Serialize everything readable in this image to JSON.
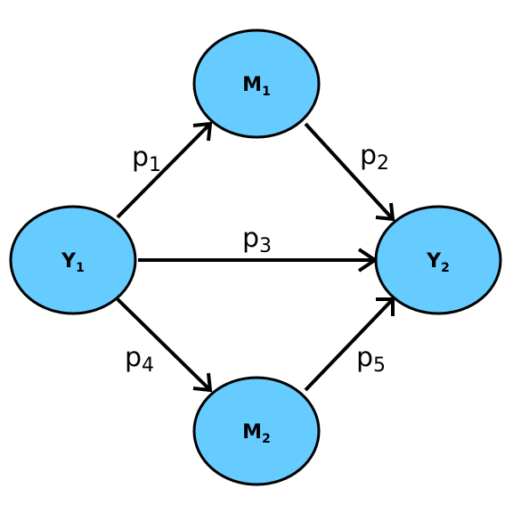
{
  "nodes": {
    "y1": {
      "main": "Y",
      "sub": "1"
    },
    "m1": {
      "main": "M",
      "sub": "1"
    },
    "m2": {
      "main": "M",
      "sub": "2"
    },
    "y2": {
      "main": "Y",
      "sub": "2"
    }
  },
  "paths": {
    "p1": {
      "main": "p",
      "sub": "1"
    },
    "p2": {
      "main": "p",
      "sub": "2"
    },
    "p3": {
      "main": "p",
      "sub": "3"
    },
    "p4": {
      "main": "p",
      "sub": "4"
    },
    "p5": {
      "main": "p",
      "sub": "5"
    }
  },
  "colors": {
    "node_fill": "#66ccff",
    "stroke": "#000000"
  }
}
